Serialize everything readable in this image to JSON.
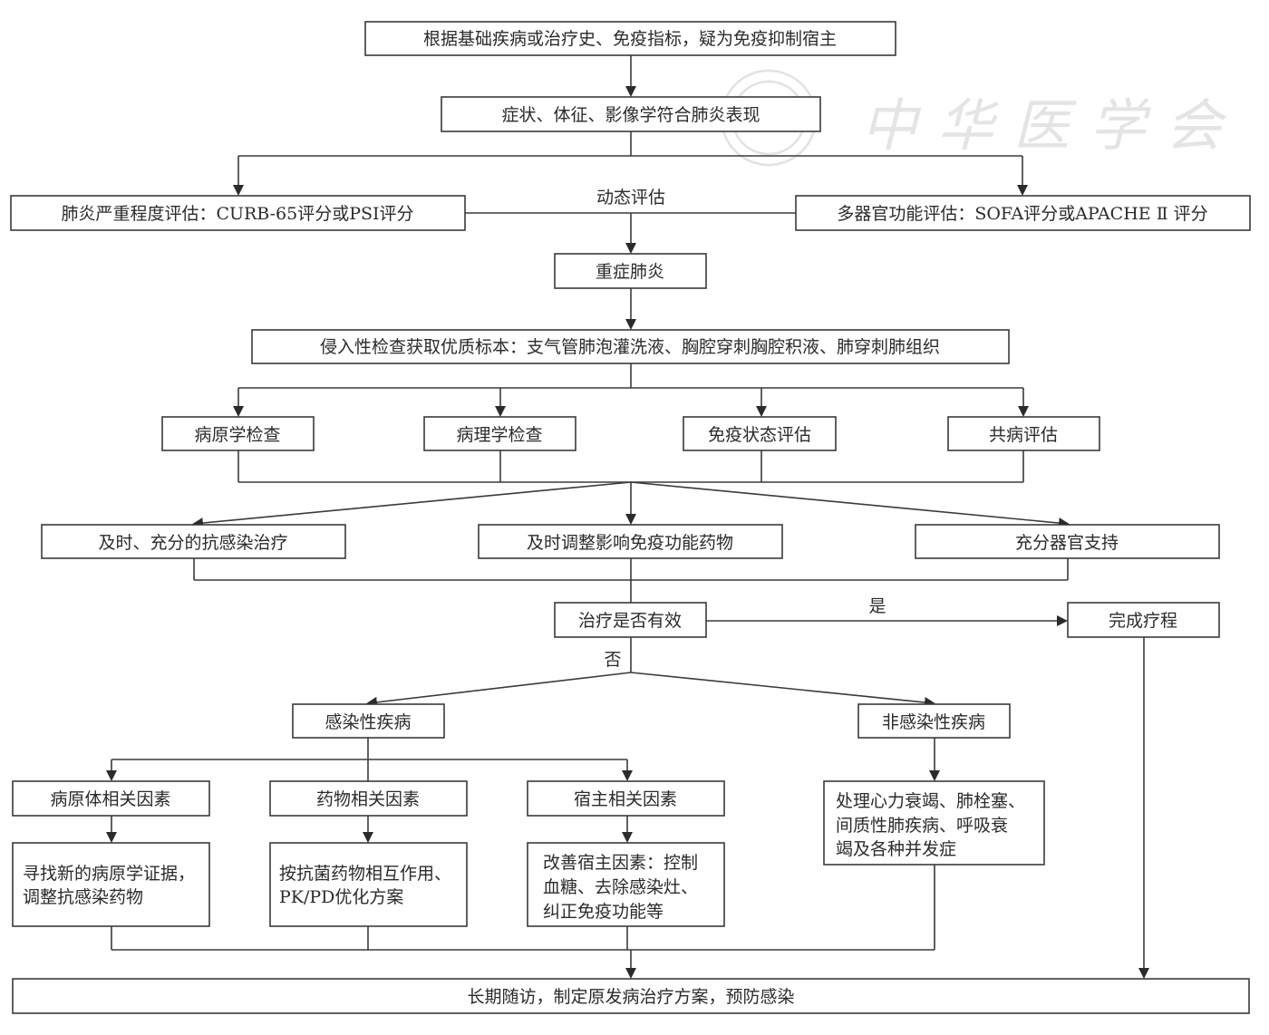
{
  "diagram": {
    "type": "flowchart",
    "watermark": "中华医学会",
    "nodes": {
      "suspect": "根据基础疾病或治疗史、免疫指标，疑为免疫抑制宿主",
      "pneumonia": "症状、体征、影像学符合肺炎表现",
      "severity": "肺炎严重程度评估：CURB-65评分或PSI评分",
      "dynamic": "动态评估",
      "organ": "多器官功能评估：SOFA评分或APACHE Ⅱ 评分",
      "severe": "重症肺炎",
      "invasive": "侵入性检查获取优质标本：支气管肺泡灌洗液、胸腔穿刺胸腔积液、肺穿刺肺组织",
      "etiology": "病原学检查",
      "pathology": "病理学检查",
      "immune": "免疫状态评估",
      "comorbid": "共病评估",
      "antiinfect": "及时、充分的抗感染治疗",
      "adjust": "及时调整影响免疫功能药物",
      "organsupport": "充分器官支持",
      "effective": "治疗是否有效",
      "yes": "是",
      "no": "否",
      "complete": "完成疗程",
      "infectious": "感染性疾病",
      "noninfectious": "非感染性疾病",
      "pathogen_factor": "病原体相关因素",
      "drug_factor": "药物相关因素",
      "host_factor": "宿主相关因素",
      "pathogen_action": [
        "寻找新的病原学证据，",
        "调整抗感染药物"
      ],
      "drug_action": [
        "按抗菌药物相互作用、",
        "PK/PD优化方案"
      ],
      "host_action": [
        "改善宿主因素：控制",
        "血糖、去除感染灶、",
        "纠正免疫功能等"
      ],
      "noninf_action": [
        "处理心力衰竭、肺栓塞、",
        "间质性肺疾病、呼吸衰",
        "竭及各种并发症"
      ],
      "followup": "长期随访，制定原发病治疗方案，预防感染"
    }
  }
}
